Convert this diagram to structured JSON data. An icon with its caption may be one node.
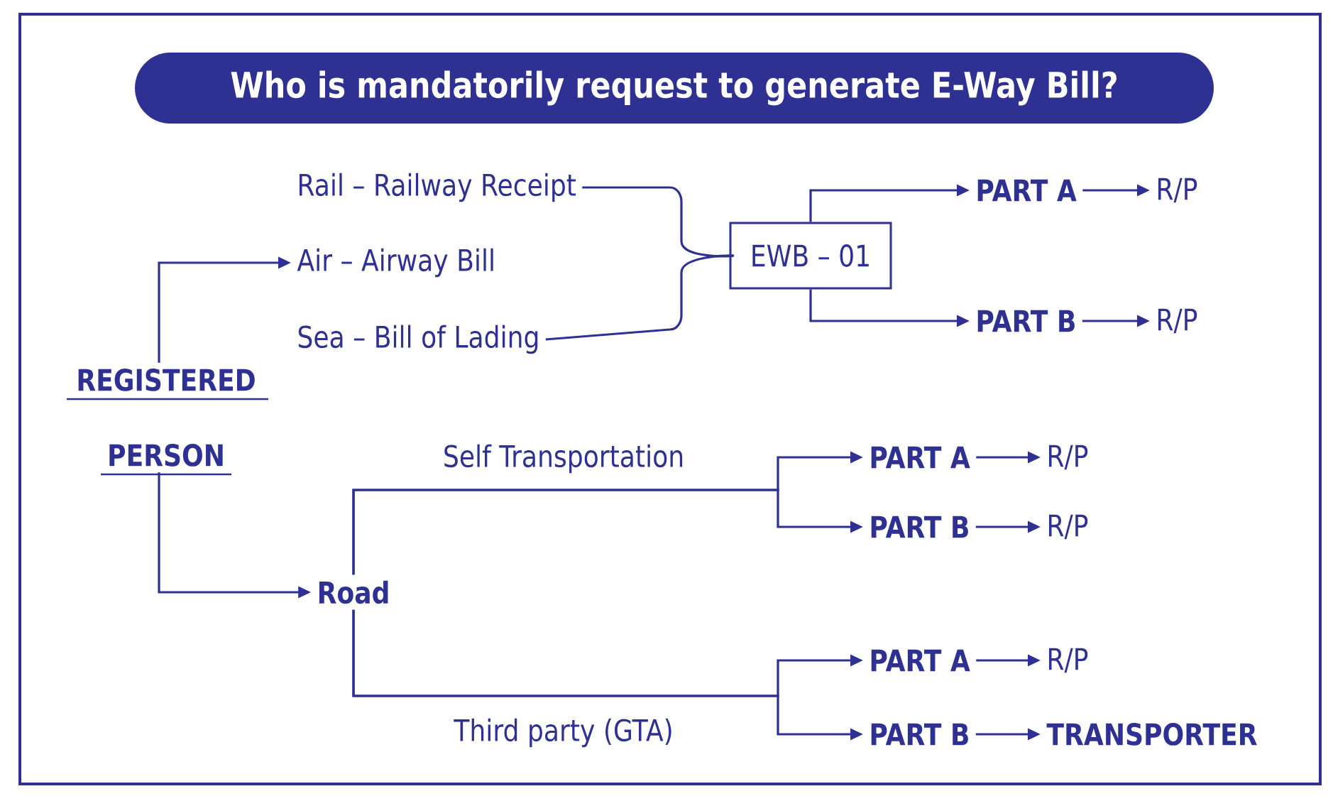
{
  "diagram": {
    "title": "Who is mandatorily request to generate E-Way Bill?",
    "nodes": [
      {
        "text": [
          "REGISTERED PERSON"
        ]
      },
      {
        "text": [
          "Rail – Railway Receipt"
        ]
      },
      {
        "text": [
          "Air – Airway Bill"
        ]
      },
      {
        "text": [
          "Sea – Bill of Lading"
        ]
      },
      {
        "text": [
          "EWB – 01"
        ]
      },
      {
        "text": [
          "PART A"
        ]
      },
      {
        "text": [
          "R/P"
        ]
      },
      {
        "text": [
          "PART B"
        ]
      },
      {
        "text": [
          "R/P"
        ]
      },
      {
        "text": [
          "Road"
        ]
      },
      {
        "text": [
          "PART A"
        ]
      },
      {
        "text": [
          "R/P"
        ]
      },
      {
        "text": [
          "PART B"
        ]
      },
      {
        "text": [
          "R/P"
        ]
      },
      {
        "text": [
          "PART A"
        ]
      },
      {
        "text": [
          "R/P"
        ]
      },
      {
        "text": [
          "PART B"
        ]
      },
      {
        "text": [
          "TRANSPORTER"
        ]
      }
    ],
    "edges": [
      {
        "from": 0,
        "to": 2,
        "arrow": "to"
      },
      {
        "from": 0,
        "to": 9,
        "arrow": "to"
      },
      {
        "from": 1,
        "to": 4,
        "arrow": "none"
      },
      {
        "from": 3,
        "to": 4,
        "arrow": "none"
      },
      {
        "from": 4,
        "to": 5,
        "arrow": "to"
      },
      {
        "from": 4,
        "to": 7,
        "arrow": "to"
      },
      {
        "from": 5,
        "to": 6,
        "arrow": "to"
      },
      {
        "from": 7,
        "to": 8,
        "arrow": "to"
      },
      {
        "from": 9,
        "to": 10,
        "arrow": "to",
        "label": "Self Transportation"
      },
      {
        "from": 9,
        "to": 12,
        "arrow": "to"
      },
      {
        "from": 10,
        "to": 11,
        "arrow": "to"
      },
      {
        "from": 12,
        "to": 13,
        "arrow": "to"
      },
      {
        "from": 9,
        "to": 14,
        "arrow": "to",
        "label": "Third party (GTA)"
      },
      {
        "from": 9,
        "to": 16,
        "arrow": "to"
      },
      {
        "from": 14,
        "to": 15,
        "arrow": "to"
      },
      {
        "from": 16,
        "to": 17,
        "arrow": "to"
      }
    ]
  }
}
